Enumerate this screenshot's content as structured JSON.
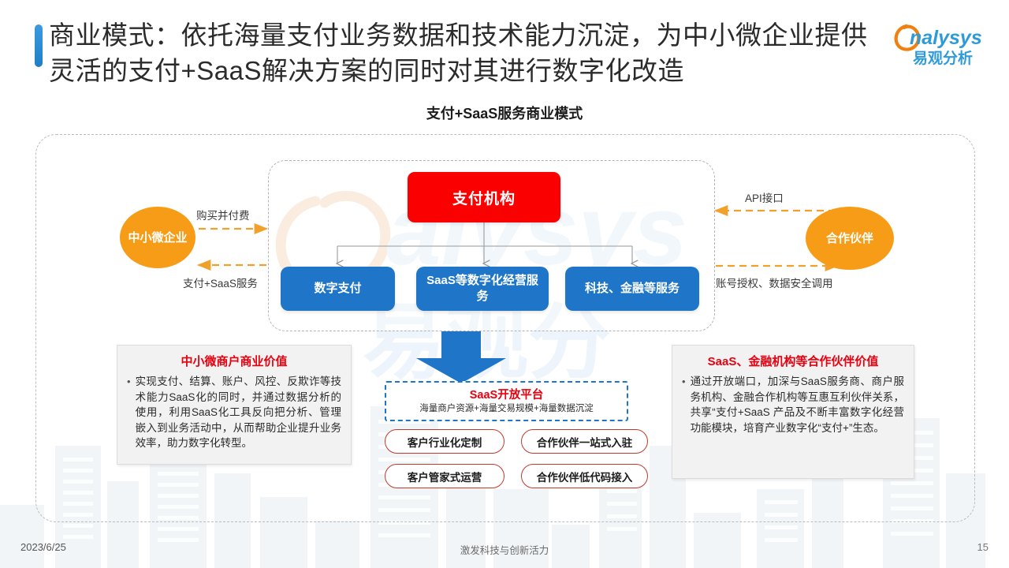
{
  "header": {
    "title": "商业模式：依托海量支付业务数据和技术能力沉淀，为中小微企业提供灵活的支付+SaaS解决方案的同时对其进行数字化改造",
    "logo_text": "analysys",
    "logo_sub": "易观分析",
    "accent_color": "#2f8fd8"
  },
  "subtitle": "支付+SaaS服务商业模式",
  "diagram": {
    "center_box": {
      "label": "支付机构",
      "color": "#fb0000"
    },
    "service_boxes": [
      {
        "label": "数字支付"
      },
      {
        "label": "SaaS等数字化经营服务"
      },
      {
        "label": "科技、金融等服务"
      }
    ],
    "service_box_color": "#1f76c8",
    "left_actor": {
      "label": "中小微企业",
      "color": "#f79c16"
    },
    "right_actor": {
      "label": "合作伙伴",
      "color": "#f79c16"
    },
    "edge_labels": {
      "buy": "购买并付费",
      "service": "支付+SaaS服务",
      "api": "API接口",
      "auth": "账号授权、数据安全调用"
    }
  },
  "cards": [
    {
      "title": "中小微商户商业价值",
      "bullet": "实现支付、结算、账户、风控、反欺诈等技术能力SaaS化的同时，并通过数据分析的使用，利用SaaS化工具反向把分析、管理嵌入到业务活动中，从而帮助企业提升业务效率，助力数字化转型。"
    },
    {
      "title": "SaaS、金融机构等合作伙伴价值",
      "bullet": "通过开放端口，加深与SaaS服务商、商户服务机构、金融合作机构等互惠互利伙伴关系，共享“支付+SaaS 产品及不断丰富数字化经营功能模块，培育产业数字化“支付+”生态。"
    }
  ],
  "platform": {
    "title": "SaaS开放平台",
    "subtitle": "海量商户资源+海量交易规模+海量数据沉淀",
    "tags": [
      "客户行业化定制",
      "合作伙伴一站式入驻",
      "客户管家式运营",
      "合作伙伴低代码接入"
    ],
    "title_color": "#e8000f",
    "border_color": "#1f76c8",
    "tag_border_color": "#c0392b"
  },
  "footer": {
    "date": "2023/6/25",
    "center": "激发科技与创新活力",
    "page": "15"
  }
}
